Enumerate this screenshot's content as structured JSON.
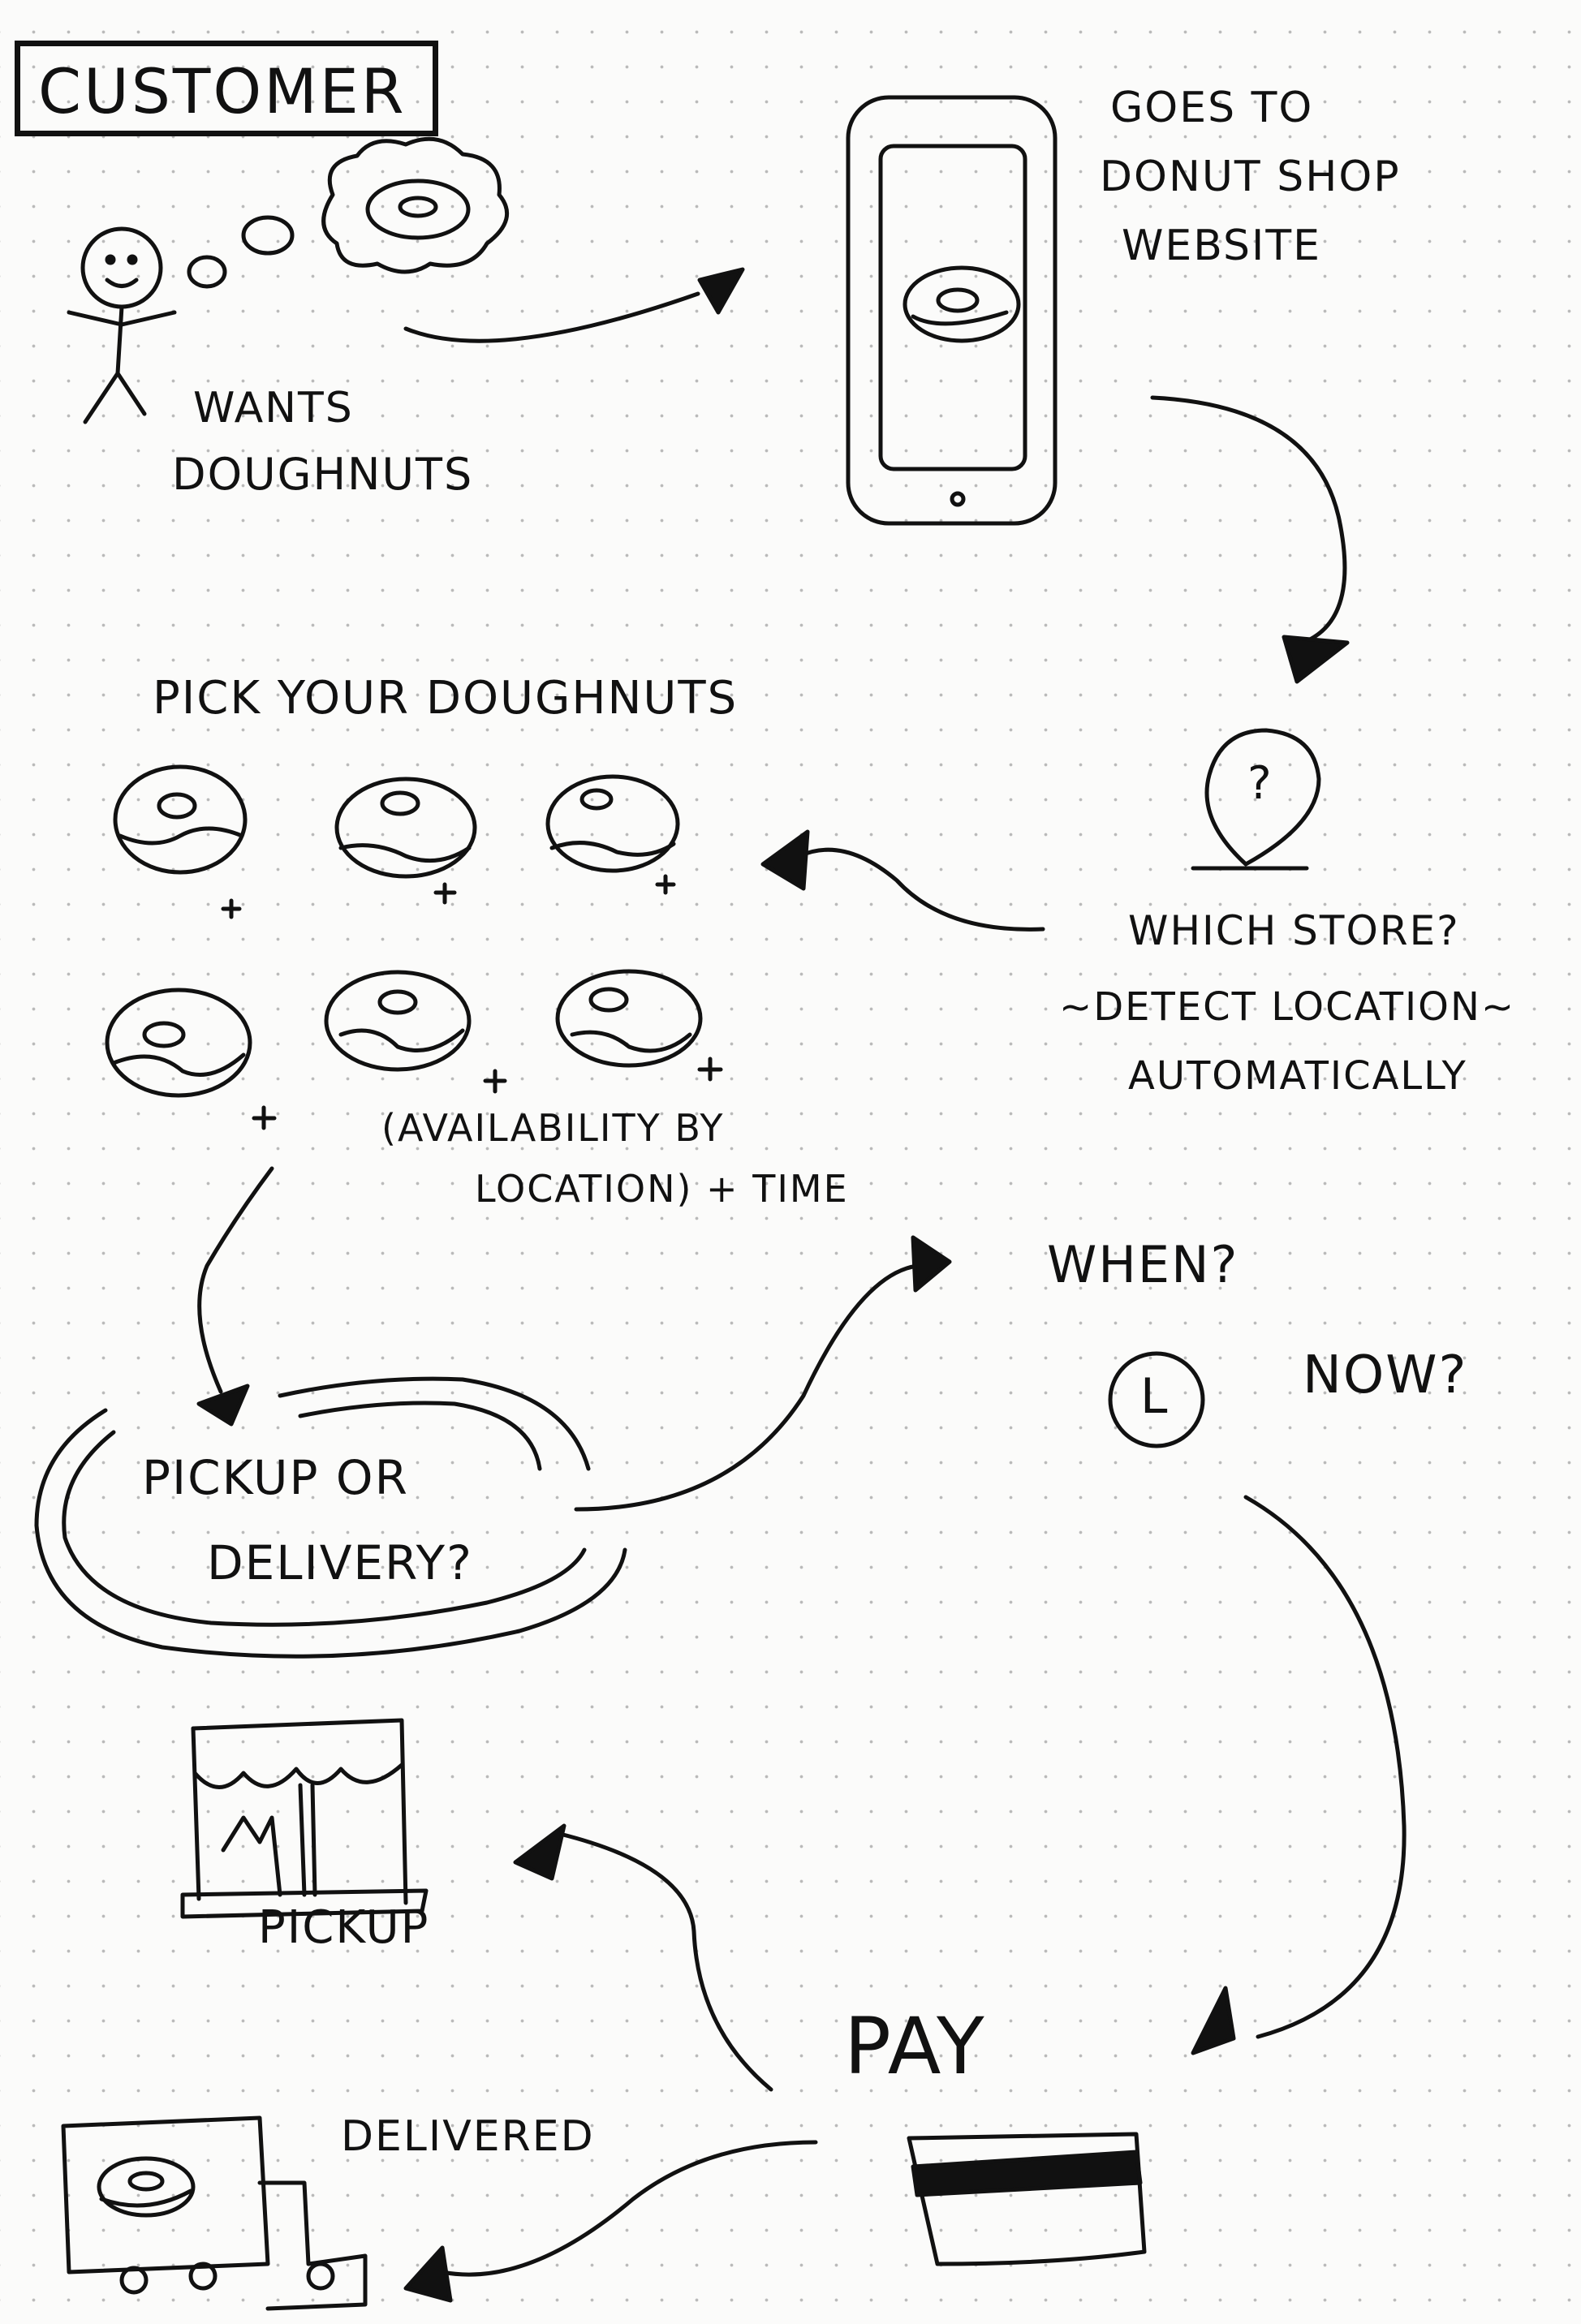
{
  "title": "CUSTOMER",
  "steps": {
    "wants": [
      "WANTS",
      "DOUGHNUTS"
    ],
    "website": [
      "GOES TO",
      "DONUT SHOP",
      "WEBSITE"
    ],
    "pick": "PICK YOUR DOUGHNUTS",
    "store": [
      "WHICH STORE?",
      "~DETECT LOCATION~",
      "AUTOMATICALLY"
    ],
    "availability": [
      "(AVAILABILITY BY",
      "LOCATION) + TIME"
    ],
    "pickup_or_delivery": [
      "PICKUP OR",
      "DELIVERY?"
    ],
    "when": "WHEN?",
    "now": "NOW?",
    "pickup": "PICKUP",
    "pay": "PAY",
    "delivered": "DELIVERED"
  },
  "icons": {
    "store_pin": "?",
    "clock": "L"
  }
}
